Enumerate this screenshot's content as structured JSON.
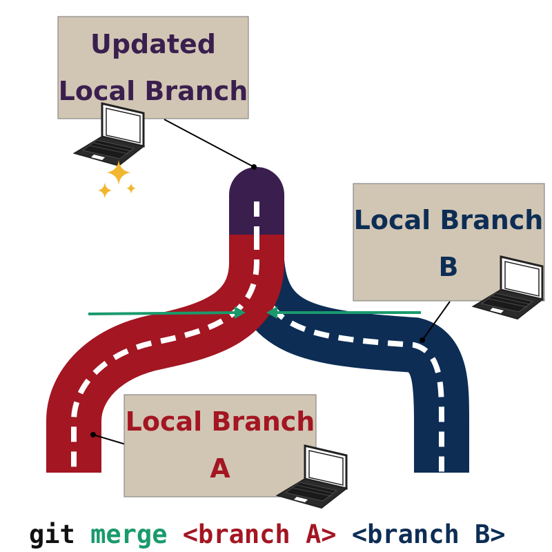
{
  "labels": {
    "updated": {
      "line1": "Updated",
      "line2": "Local Branch"
    },
    "branch_b": {
      "line1": "Local Branch",
      "line2": "B"
    },
    "branch_a": {
      "line1": "Local Branch",
      "line2": "A"
    }
  },
  "command": {
    "git": "git",
    "merge": "merge",
    "branch_a": "<branch A>",
    "branch_b": "<branch B>"
  },
  "colors": {
    "updated": "#3a1f4e",
    "branch_a": "#a31622",
    "branch_b": "#0d2d55",
    "merge_green": "#1a9a6c",
    "box_fill": "#d1c6b4",
    "sparkle": "#f2b731",
    "command_text": "#111111"
  },
  "icons": [
    "laptop-icon",
    "sparkle-icon",
    "merge-arrow-icon"
  ]
}
